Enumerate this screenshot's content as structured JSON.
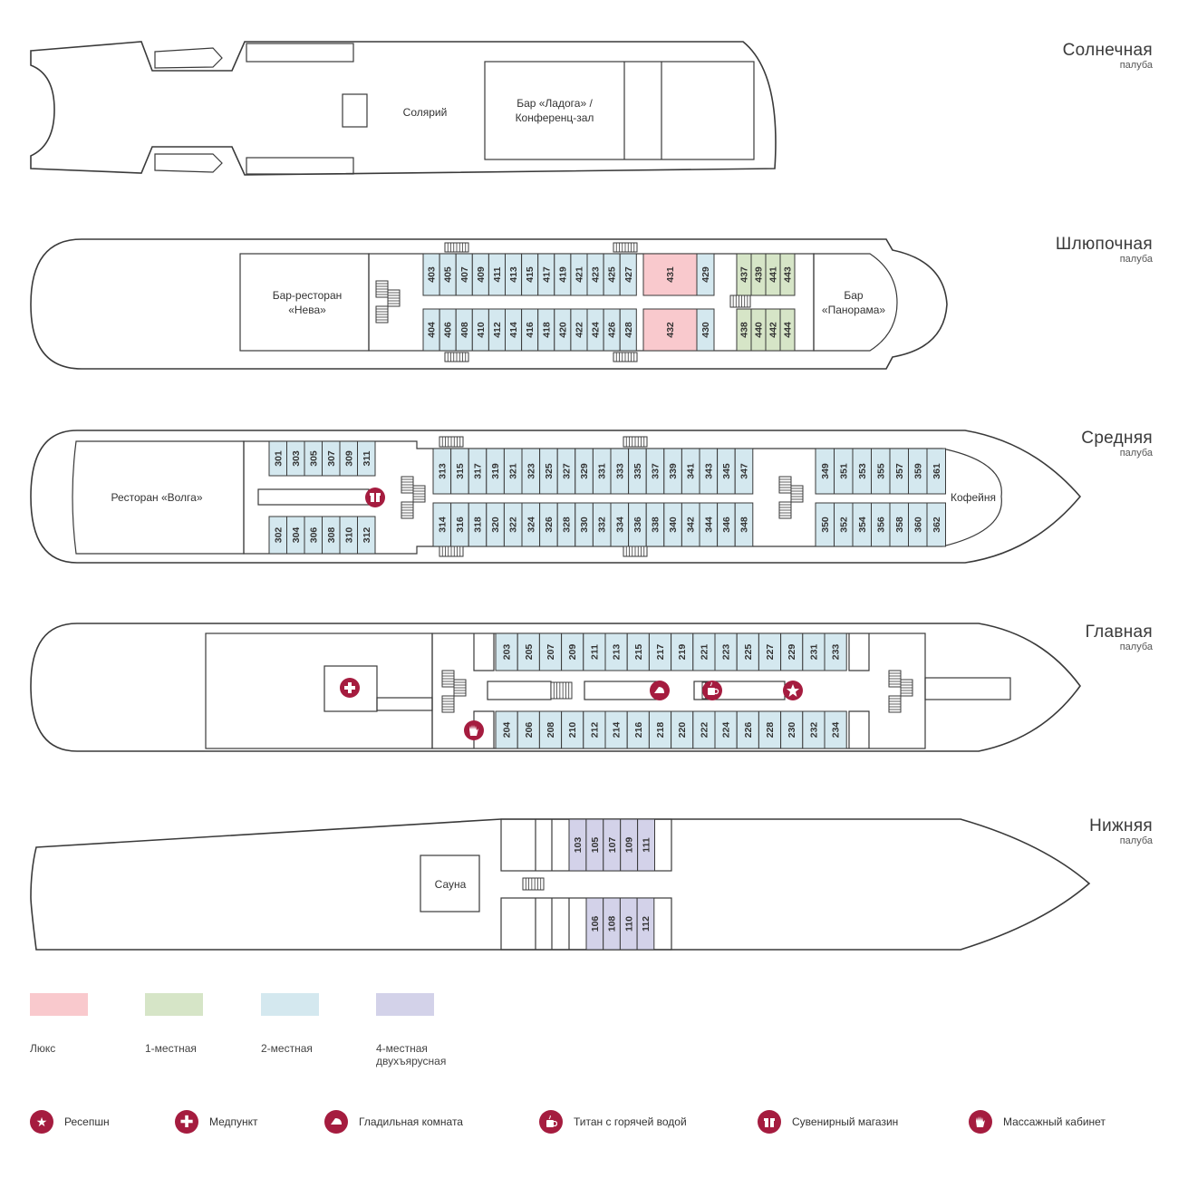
{
  "decks": {
    "sun": {
      "name": "Солнечная",
      "sub": "палуба",
      "solarium": "Солярий",
      "bar_line1": "Бар «Ладога» /",
      "bar_line2": "Конференц-зал"
    },
    "boat": {
      "name": "Шлюпочная",
      "sub": "палуба",
      "neva_line1": "Бар-ресторан",
      "neva_line2": "«Нева»",
      "panorama_line1": "Бар",
      "panorama_line2": "«Панорама»"
    },
    "middle": {
      "name": "Средняя",
      "sub": "палуба",
      "restaurant": "Ресторан «Волга»",
      "coffee": "Кофейня"
    },
    "main": {
      "name": "Главная",
      "sub": "палуба"
    },
    "lower": {
      "name": "Нижняя",
      "sub": "палуба",
      "sauna": "Сауна"
    }
  },
  "cabins": {
    "boat_top": [
      "403",
      "405",
      "407",
      "409",
      "411",
      "413",
      "415",
      "417",
      "419",
      "421",
      "423",
      "425",
      "427"
    ],
    "boat_bottom": [
      "404",
      "406",
      "408",
      "410",
      "412",
      "414",
      "416",
      "418",
      "420",
      "422",
      "424",
      "426",
      "428"
    ],
    "boat_lux": [
      "431",
      "432"
    ],
    "boat_double": [
      "429",
      "430"
    ],
    "boat_single_top": [
      "437",
      "439",
      "441",
      "443"
    ],
    "boat_single_bottom": [
      "438",
      "440",
      "442",
      "444"
    ],
    "mid_aft_top": [
      "301",
      "303",
      "305",
      "307",
      "309",
      "311"
    ],
    "mid_aft_bottom": [
      "302",
      "304",
      "306",
      "308",
      "310",
      "312"
    ],
    "mid_top": [
      "313",
      "315",
      "317",
      "319",
      "321",
      "323",
      "325",
      "327",
      "329",
      "331",
      "333",
      "335",
      "337",
      "339",
      "341",
      "343",
      "345",
      "347"
    ],
    "mid_bottom": [
      "314",
      "316",
      "318",
      "320",
      "322",
      "324",
      "326",
      "328",
      "330",
      "332",
      "334",
      "336",
      "338",
      "340",
      "342",
      "344",
      "346",
      "348"
    ],
    "mid_fwd_top": [
      "349",
      "351",
      "353",
      "355",
      "357",
      "359",
      "361"
    ],
    "mid_fwd_bottom": [
      "350",
      "352",
      "354",
      "356",
      "358",
      "360",
      "362"
    ],
    "main_top": [
      "203",
      "205",
      "207",
      "209",
      "211",
      "213",
      "215",
      "217",
      "219",
      "221",
      "223",
      "225",
      "227",
      "229",
      "231",
      "233"
    ],
    "main_bottom": [
      "204",
      "206",
      "208",
      "210",
      "212",
      "214",
      "216",
      "218",
      "220",
      "222",
      "224",
      "226",
      "228",
      "230",
      "232",
      "234"
    ],
    "lower_top": [
      "103",
      "105",
      "107",
      "109",
      "111"
    ],
    "lower_bottom": [
      "106",
      "108",
      "110",
      "112"
    ]
  },
  "colors": {
    "lux": "#f9c9cd",
    "single": "#d6e5c7",
    "double": "#d4e8ef",
    "quad": "#d3d2e9",
    "accent": "#a51c3f",
    "outline": "#3a3a3a"
  },
  "legend": [
    {
      "label": "Люкс",
      "color": "#f9c9cd"
    },
    {
      "label": "1-местная",
      "color": "#d6e5c7"
    },
    {
      "label": "2-местная",
      "color": "#d4e8ef"
    },
    {
      "label": "4-местная двухъярусная",
      "label_line1": "4-местная",
      "label_line2": "двухъярусная",
      "color": "#d3d2e9"
    }
  ],
  "facilities": [
    {
      "label": "Ресепшн",
      "icon": "star-icon"
    },
    {
      "label": "Медпункт",
      "icon": "medical-cross-icon"
    },
    {
      "label": "Гладильная комната",
      "icon": "iron-icon"
    },
    {
      "label": "Титан с горячей водой",
      "icon": "hot-water-icon"
    },
    {
      "label": "Сувенирный магазин",
      "icon": "gift-icon"
    },
    {
      "label": "Массажный кабинет",
      "icon": "hand-icon"
    }
  ]
}
